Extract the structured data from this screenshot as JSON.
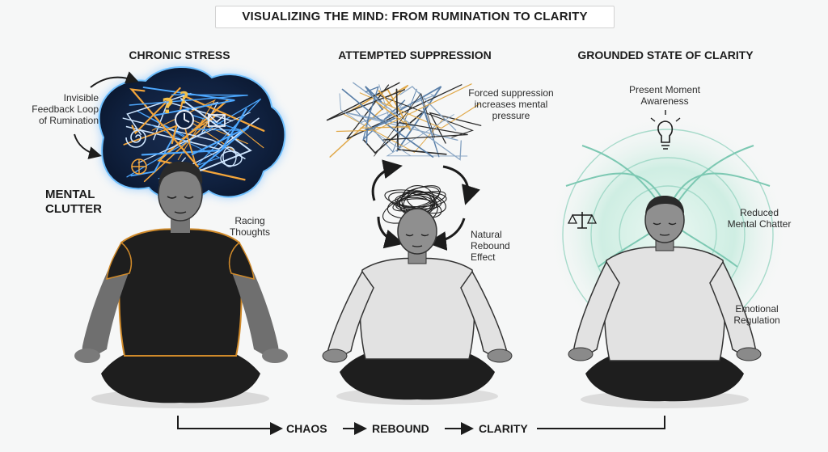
{
  "title": "VISUALIZING THE MIND: FROM RUMINATION TO CLARITY",
  "panels": [
    {
      "heading": "CHRONIC STRESS",
      "labels": {
        "feedback_loop": [
          "Invisible",
          "Feedback Loop",
          "of Rumination"
        ],
        "mental_clutter": [
          "MENTAL",
          "CLUTTER"
        ],
        "racing_thoughts": [
          "Racing",
          "Thoughts"
        ]
      }
    },
    {
      "heading": "ATTEMPTED SUPPRESSION",
      "labels": {
        "forced_suppression": [
          "Forced suppression",
          "increases mental",
          "pressure"
        ],
        "rebound": [
          "Natural",
          "Rebound",
          "Effect"
        ]
      }
    },
    {
      "heading": "GROUNDED STATE OF CLARITY",
      "labels": {
        "present_moment": [
          "Present Moment",
          "Awareness"
        ],
        "reduced_chatter": [
          "Reduced",
          "Mental Chatter"
        ],
        "emotional_regulation": [
          "Emotional",
          "Regulation"
        ]
      }
    }
  ],
  "flow": {
    "steps": [
      "CHAOS",
      "REBOUND",
      "CLARITY"
    ]
  },
  "colors": {
    "ink": "#1c1c1c",
    "skin": "#8a8a8a",
    "shirt_dark": "#1e1e1e",
    "shirt_light": "#e2e2e2",
    "chaos_glow": "#4da8ff",
    "chaos_accent": "#f3a53a",
    "calm_teal": "#8fd0be"
  }
}
